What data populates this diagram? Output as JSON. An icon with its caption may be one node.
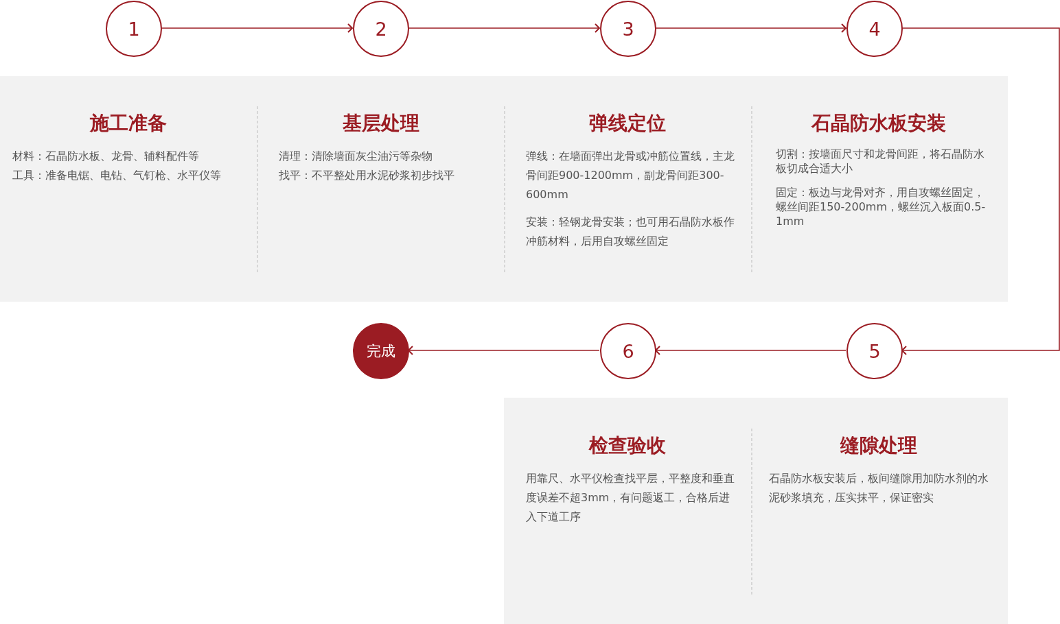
{
  "diagram": {
    "nodes": [
      {
        "text": [
          "1"
        ]
      },
      {
        "text": [
          "2"
        ]
      },
      {
        "text": [
          "3"
        ]
      },
      {
        "text": [
          "4"
        ]
      },
      {
        "text": [
          "5"
        ]
      },
      {
        "text": [
          "6"
        ]
      },
      {
        "text": [
          "完成"
        ]
      },
      {
        "text": [
          "施工准备",
          "材料：石晶防水板、龙骨、辅料配件等",
          "工具：准备电锯、电钻、气钉枪、水平仪等"
        ]
      },
      {
        "text": [
          "基层处理",
          "清理：清除墙面灰尘油污等杂物",
          "找平：不平整处用水泥砂浆初步找平"
        ]
      },
      {
        "text": [
          "弹线定位",
          "弹线：在墙面弹出龙骨或冲筋位置线，主龙骨间距900-1200mm，副龙骨间距300-600mm",
          "安装：轻钢龙骨安装；也可用石晶防水板作冲筋材料，后用自攻螺丝固定"
        ]
      },
      {
        "text": [
          "石晶防水板安装",
          "切割：按墙面尺寸和龙骨间距，将石晶防水板切成合适大小",
          "固定：板边与龙骨对齐，用自攻螺丝固定，螺丝间距150-200mm，螺丝沉入板面0.5-1mm"
        ]
      },
      {
        "text": [
          "检查验收",
          "用靠尺、水平仪检查找平层，平整度和垂直度误差不超3mm，有问题返工，合格后进入下道工序"
        ]
      },
      {
        "text": [
          "缝隙处理",
          "石晶防水板安装后，板间缝隙用加防水剂的水泥砂浆填充，压实抹平，保证密实"
        ]
      }
    ],
    "edges": [
      {
        "from": 0,
        "to": 1,
        "arrow": "to"
      },
      {
        "from": 1,
        "to": 2,
        "arrow": "to"
      },
      {
        "from": 2,
        "to": 3,
        "arrow": "to"
      },
      {
        "from": 3,
        "to": 4,
        "arrow": "to"
      },
      {
        "from": 4,
        "to": 5,
        "arrow": "to"
      },
      {
        "from": 5,
        "to": 6,
        "arrow": "to"
      }
    ]
  }
}
